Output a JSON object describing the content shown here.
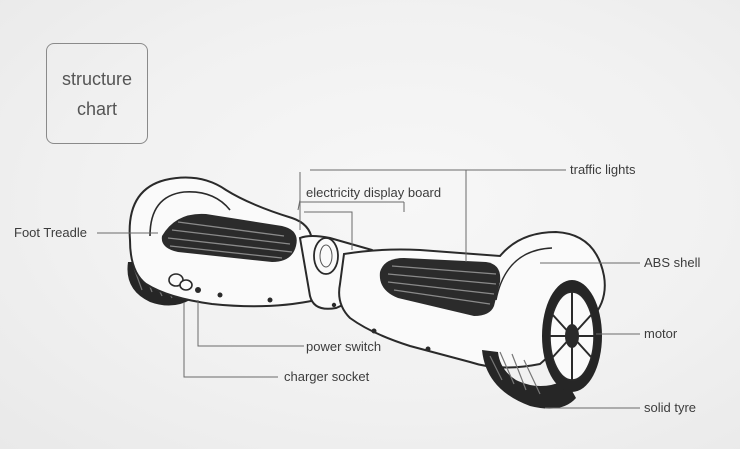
{
  "title": {
    "line1": "structure",
    "line2": "chart"
  },
  "labels": {
    "foot_treadle": "Foot Treadle",
    "electricity_display_board": "electricity display board",
    "traffic_lights": "traffic lights",
    "abs_shell": "ABS shell",
    "motor": "motor",
    "power_switch": "power switch",
    "charger_socket": "charger socket",
    "solid_tyre": "solid tyre"
  },
  "colors": {
    "line": "#6a6a6a",
    "outline": "#2a2a2a",
    "tread": "#2b2b2b",
    "tyre": "#262626"
  }
}
